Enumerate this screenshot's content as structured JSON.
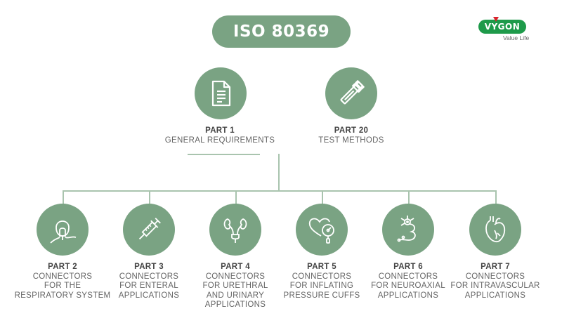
{
  "title": "ISO 80369",
  "logo": {
    "brand": "VYGON",
    "tagline": "Value Life"
  },
  "colors": {
    "accent": "#7aa383",
    "line": "#a9c4ae",
    "logo_green": "#1e9a4a",
    "logo_red": "#d9232d"
  },
  "top_parts": [
    {
      "part": "PART 1",
      "desc": "GENERAL REQUIREMENTS",
      "icon": "document-icon"
    },
    {
      "part": "PART 20",
      "desc": "TEST METHODS",
      "icon": "test-tube-icon"
    }
  ],
  "bottom_parts": [
    {
      "part": "PART 2",
      "desc": "CONNECTORS\nFOR THE\nRESPIRATORY SYSTEM",
      "icon": "oxygen-mask-icon"
    },
    {
      "part": "PART 3",
      "desc": "CONNECTORS\nFOR ENTERAL\nAPPLICATIONS",
      "icon": "syringe-icon"
    },
    {
      "part": "PART 4",
      "desc": "CONNECTORS\nFOR URETHRAL\nAND URINARY\nAPPLICATIONS",
      "icon": "kidney-icon"
    },
    {
      "part": "PART 5",
      "desc": "CONNECTORS\nFOR INFLATING\nPRESSURE CUFFS",
      "icon": "heart-gauge-icon"
    },
    {
      "part": "PART 6",
      "desc": "CONNECTORS\nFOR NEUROAXIAL\nAPPLICATIONS",
      "icon": "neuron-icon"
    },
    {
      "part": "PART 7",
      "desc": "CONNECTORS\nFOR INTRAVASCULAR\nAPPLICATIONS",
      "icon": "heart-anatomy-icon"
    }
  ]
}
